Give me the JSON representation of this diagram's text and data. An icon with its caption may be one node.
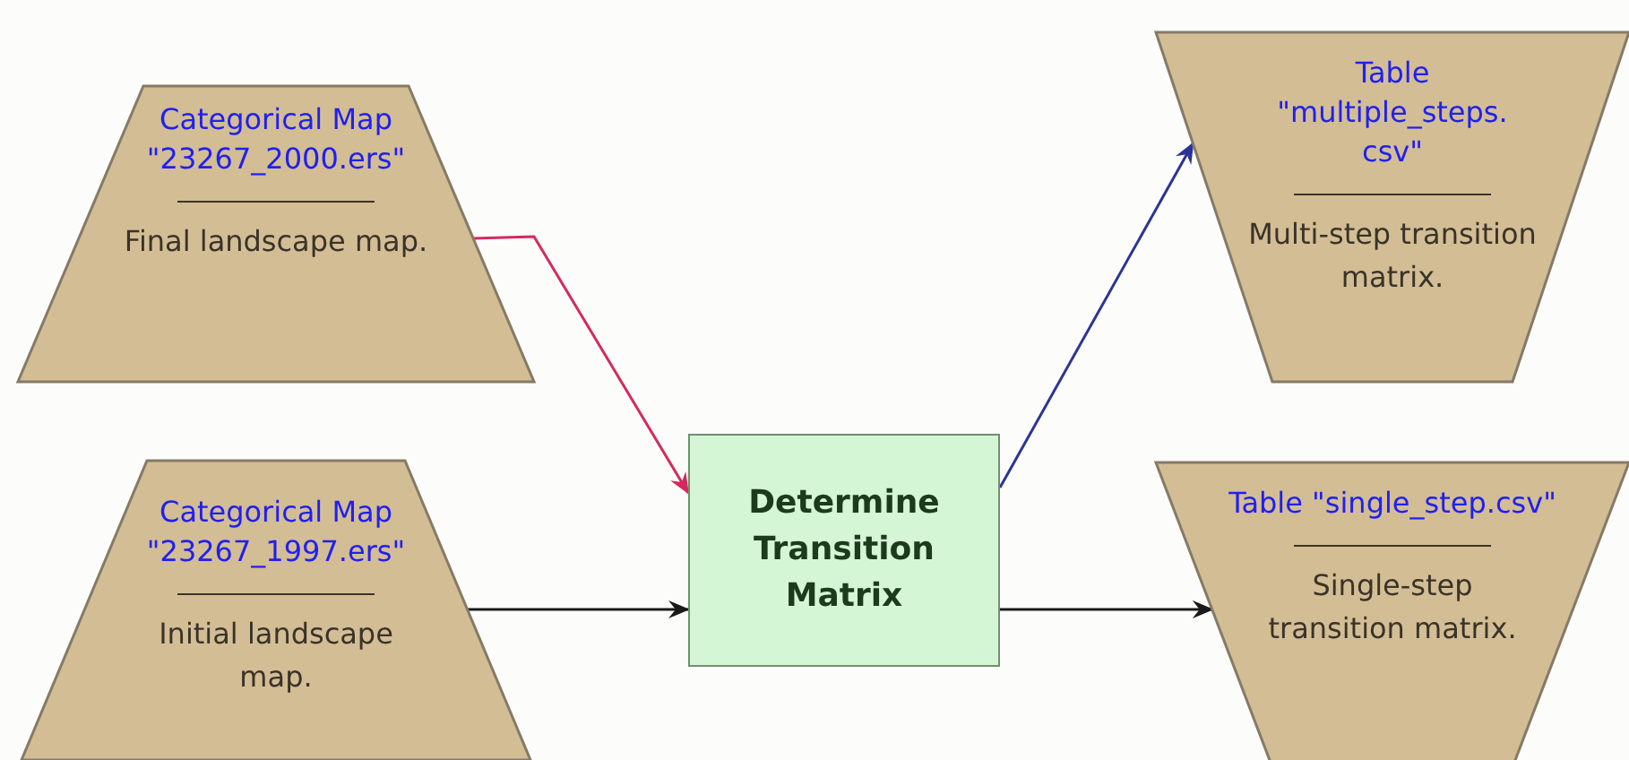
{
  "diagram": {
    "nodes": [
      {
        "text": [
          "Categorical Map \"23267_2000.ers\"",
          "Final landscape map."
        ]
      },
      {
        "text": [
          "Categorical Map \"23267_1997.ers\"",
          "Initial landscape map."
        ]
      },
      {
        "text": [
          "Determine Transition Matrix"
        ]
      },
      {
        "text": [
          "Table \"multiple_steps. csv\"",
          "Multi-step transition matrix."
        ]
      },
      {
        "text": [
          "Table \"single_step.csv\"",
          "Single-step transition matrix."
        ]
      }
    ],
    "edges": [
      {
        "from": 0,
        "to": 2,
        "arrow": "to",
        "color": "#d42a5e"
      },
      {
        "from": 1,
        "to": 2,
        "arrow": "to"
      },
      {
        "from": 2,
        "to": 3,
        "arrow": "to",
        "color": "#2a3496"
      },
      {
        "from": 2,
        "to": 4,
        "arrow": "to"
      }
    ]
  }
}
